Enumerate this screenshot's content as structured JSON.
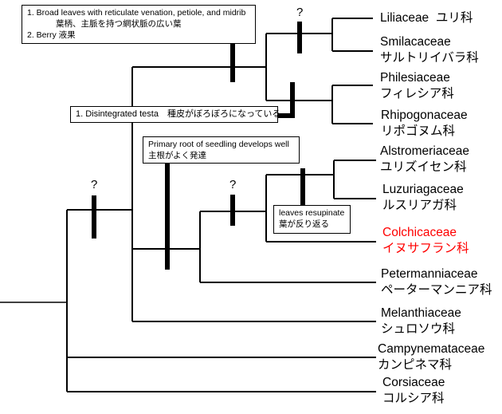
{
  "taxa": [
    {
      "name": "Liliaceae",
      "ja": "ユリ科"
    },
    {
      "name": "Smilacaceae",
      "ja": "サルトリイバラ科"
    },
    {
      "name": "Philesiaceae",
      "ja": "フィレシア科"
    },
    {
      "name": "Rhipogonaceae",
      "ja": "リポゴヌム科"
    },
    {
      "name": "Alstromeriaceae",
      "ja": "ユリズイセン科"
    },
    {
      "name": "Luzuriagaceae",
      "ja": "ルスリアガ科"
    },
    {
      "name": "Colchicaceae",
      "ja": "イヌサフラン科",
      "color": "#ff0000"
    },
    {
      "name": "Petermanniaceae",
      "ja": "ペーターマンニア科"
    },
    {
      "name": "Melanthiaceae",
      "ja": "シュロソウ科"
    },
    {
      "name": "Campynemataceae",
      "ja": "カンピネマ科"
    },
    {
      "name": "Corsiaceae",
      "ja": "コルシア科"
    }
  ],
  "boxes": {
    "broad_leaves": {
      "line1": "1. Broad leaves with reticulate venation, petiole, and midrib",
      "line1_ja": "葉柄、主脈を持つ網状脈の広い葉",
      "line2": "2. Berry 液果"
    },
    "testa": {
      "text": "1. Disintegrated testa　種皮がぼろぼろになっている"
    },
    "primary_root": {
      "line1": "Primary root of seedling develops well",
      "line2": "主根がよく発達"
    },
    "resupinate": {
      "line1": "leaves resupinate",
      "line2": "葉が反り返る"
    }
  },
  "unknown_marker": "?"
}
